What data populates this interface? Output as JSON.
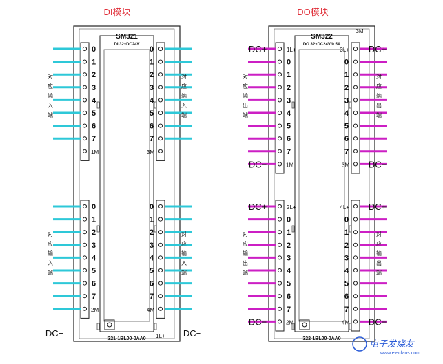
{
  "titles": {
    "di": "DI模块",
    "do": "DO模块"
  },
  "di_module": {
    "model": "SM321",
    "spec": "DI 32xDC24V",
    "order_number": "321-1BL00-0AA0",
    "corner_label": "1L+",
    "side_caption": [
      "对",
      "应",
      "输",
      "入",
      "端"
    ],
    "bus_label": "DC−",
    "groups": [
      {
        "pins": [
          "0",
          "1",
          "2",
          "3",
          "4",
          "5",
          "6",
          "7"
        ],
        "common": "1M"
      },
      {
        "pins": [
          "0",
          "1",
          "2",
          "3",
          "4",
          "5",
          "6",
          "7"
        ],
        "common": "3M"
      },
      {
        "pins": [
          "0",
          "1",
          "2",
          "3",
          "4",
          "5",
          "6",
          "7"
        ],
        "common": "2M"
      },
      {
        "pins": [
          "0",
          "1",
          "2",
          "3",
          "4",
          "5",
          "6",
          "7"
        ],
        "common": "4M"
      }
    ]
  },
  "do_module": {
    "model": "SM322",
    "spec": "DO 32xDC24V/0.5A",
    "order_number": "322-1BL00-0AA0",
    "corner_label": "3M",
    "side_caption": [
      "对",
      "应",
      "输",
      "出",
      "端"
    ],
    "dc_plus": "DC+",
    "dc_minus": "DC−",
    "groups": [
      {
        "supply": "1L+",
        "pins": [
          "0",
          "1",
          "2",
          "3",
          "4",
          "5",
          "6",
          "7"
        ],
        "common": "1M"
      },
      {
        "supply": "3L+",
        "pins": [
          "0",
          "1",
          "2",
          "3",
          "4",
          "5",
          "6",
          "7"
        ],
        "common": "3M"
      },
      {
        "supply": "2L+",
        "pins": [
          "0",
          "1",
          "2",
          "3",
          "4",
          "5",
          "6",
          "7"
        ],
        "common": "2M"
      },
      {
        "supply": "4L+",
        "pins": [
          "0",
          "1",
          "2",
          "3",
          "4",
          "5",
          "6",
          "7"
        ],
        "common": "4M"
      }
    ]
  },
  "watermark": {
    "text": "电子发烧友",
    "url": "www.elecfans.com"
  },
  "colors": {
    "input_wire": "#2ec8d8",
    "output_wire": "#cc1fc4",
    "title": "#e0303a"
  }
}
